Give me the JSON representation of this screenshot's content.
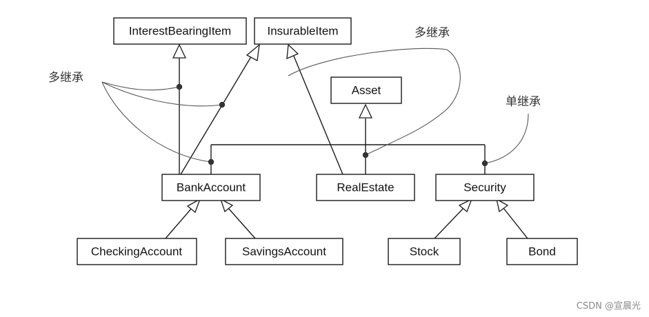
{
  "nodes": {
    "interest_bearing_item": "InterestBearingItem",
    "insurable_item": "InsurableItem",
    "asset": "Asset",
    "bank_account": "BankAccount",
    "real_estate": "RealEstate",
    "security": "Security",
    "checking_account": "CheckingAccount",
    "savings_account": "SavingsAccount",
    "stock": "Stock",
    "bond": "Bond"
  },
  "annotations": {
    "multi_inheritance_left": "多继承",
    "multi_inheritance_right": "多继承",
    "single_inheritance": "单继承"
  },
  "watermark": "CSDN @宣晨光"
}
